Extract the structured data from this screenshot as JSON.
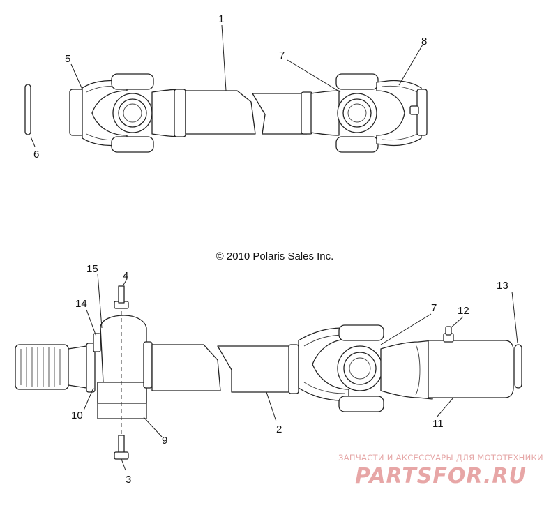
{
  "copyright": "© 2010 Polaris Sales Inc.",
  "watermark": {
    "tagline": "ЗАПЧАСТИ И АКСЕССУАРЫ ДЛЯ МОТОТЕХНИКИ",
    "logo": "PARTSFOR.RU",
    "color": "#e6a6a6"
  },
  "callouts": {
    "c1": "1",
    "c2": "2",
    "c3": "3",
    "c4": "4",
    "c5": "5",
    "c6": "6",
    "c7a": "7",
    "c7b": "7",
    "c8": "8",
    "c9": "9",
    "c10": "10",
    "c11": "11",
    "c12": "12",
    "c13": "13",
    "c14": "14",
    "c15": "15"
  }
}
